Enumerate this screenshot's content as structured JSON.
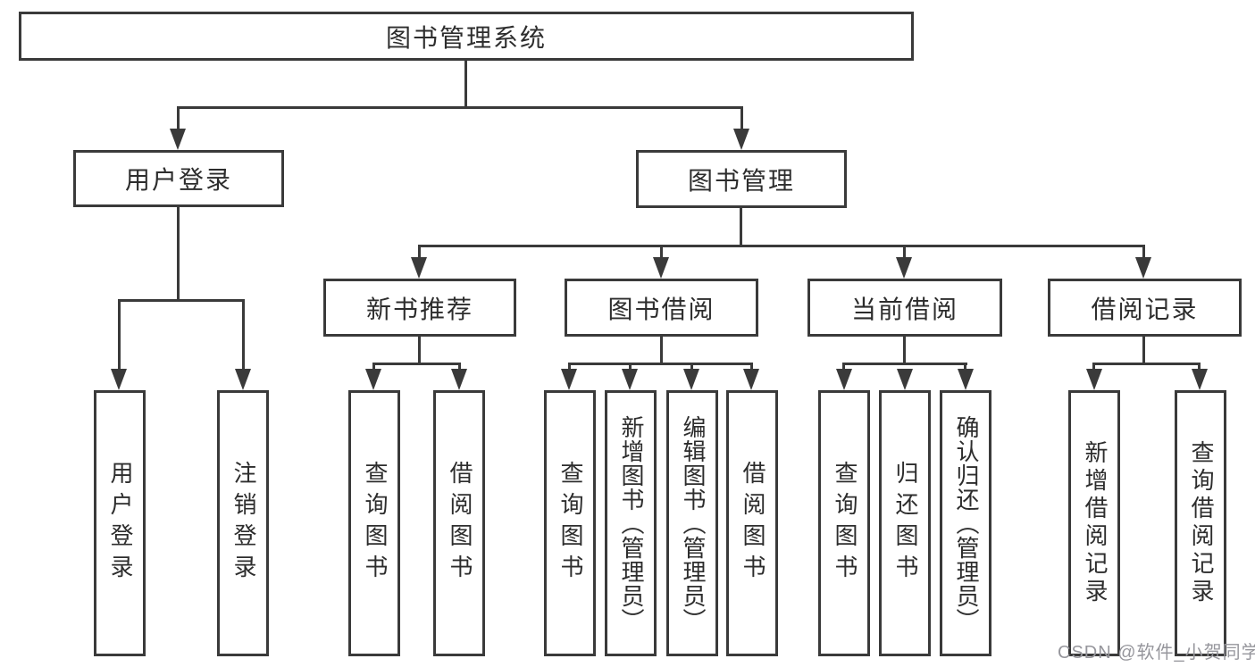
{
  "diagram": {
    "root": {
      "label": "图书管理系统"
    },
    "level2": [
      {
        "label": "用户登录"
      },
      {
        "label": "图书管理"
      }
    ],
    "level3": [
      {
        "label": "新书推荐"
      },
      {
        "label": "图书借阅"
      },
      {
        "label": "当前借阅"
      },
      {
        "label": "借阅记录"
      }
    ],
    "leaves": {
      "login": [
        {
          "label": "用户登录"
        },
        {
          "label": "注销登录"
        }
      ],
      "recommend": [
        {
          "label": "查询图书"
        },
        {
          "label": "借阅图书"
        }
      ],
      "borrow": [
        {
          "label": "查询图书"
        },
        {
          "label": "新增图书（管理员）"
        },
        {
          "label": "编辑图书（管理员）"
        },
        {
          "label": "借阅图书"
        }
      ],
      "current": [
        {
          "label": "查询图书"
        },
        {
          "label": "归还图书"
        },
        {
          "label": "确认归还（管理员）"
        }
      ],
      "records": [
        {
          "label": "新增借阅记录"
        },
        {
          "label": "查询借阅记录"
        }
      ]
    },
    "watermark": "CSDN @软件_小贺同学",
    "colors": {
      "line": "#3a3a3a",
      "box_border": "#3a3a3a",
      "text": "#2d2d2d",
      "watermark": "#96969c",
      "background": "#ffffff"
    }
  }
}
